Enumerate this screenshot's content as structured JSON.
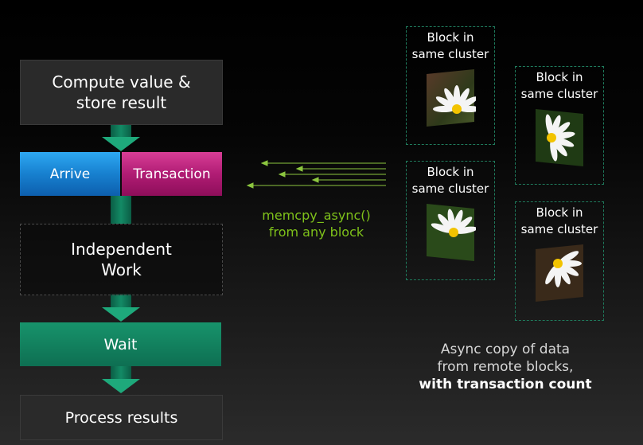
{
  "flow": {
    "compute": "Compute value & store result",
    "arrive": "Arrive",
    "transaction": "Transaction",
    "independent": "Independent Work",
    "wait": "Wait",
    "process": "Process results"
  },
  "memcpy": {
    "line1": "memcpy_async()",
    "line2": "from any block"
  },
  "blocks": [
    {
      "label1": "Block in",
      "label2": "same cluster"
    },
    {
      "label1": "Block in",
      "label2": "same cluster"
    },
    {
      "label1": "Block in",
      "label2": "same cluster"
    },
    {
      "label1": "Block in",
      "label2": "same cluster"
    }
  ],
  "caption": {
    "line1": "Async copy of data",
    "line2": "from remote blocks,",
    "line3": "with transaction count"
  },
  "colors": {
    "arrive": "#1780cf",
    "transaction": "#b01c74",
    "wait": "#138a65",
    "memcpy_text": "#7ec11a",
    "arrow_line": "#8cc63f"
  },
  "icons": {
    "block_image": "daisy-flower-photo",
    "arrows": "left-arrow-lines"
  }
}
